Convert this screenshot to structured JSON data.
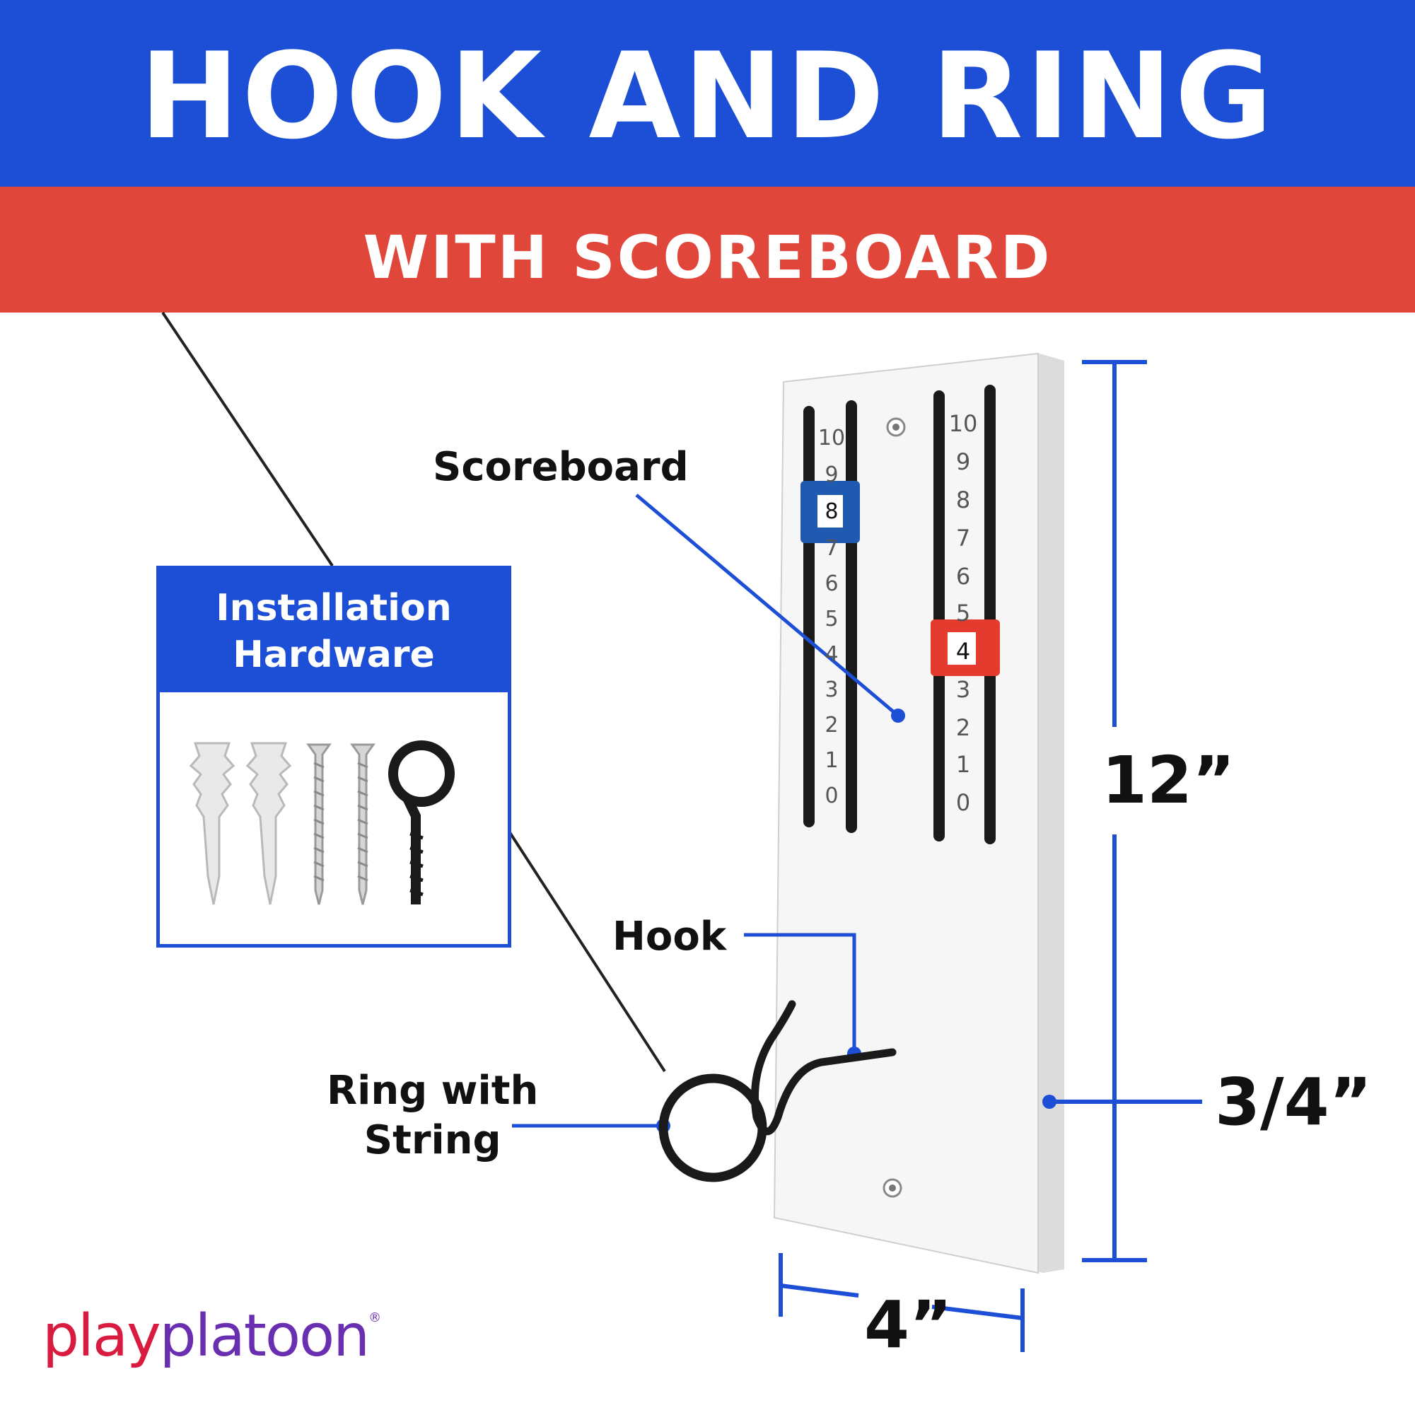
{
  "header": {
    "title": "HOOK AND RING",
    "subtitle": "WITH SCOREBOARD",
    "title_color": "#1c4fd6",
    "subtitle_color": "#e0463a"
  },
  "callouts": {
    "scoreboard": "Scoreboard",
    "hook": "Hook",
    "ring_line1": "Ring with",
    "ring_line2": "String"
  },
  "dimensions": {
    "height": "12”",
    "depth": "3/4”",
    "width": "4”"
  },
  "hardware_box": {
    "title_line1": "Installation",
    "title_line2": "Hardware",
    "items": [
      "wall-anchor-icon",
      "wall-anchor-icon",
      "screw-icon",
      "screw-icon",
      "eye-hook-icon"
    ]
  },
  "scoreboard": {
    "left_scale": [
      "10",
      "9",
      "8",
      "7",
      "6",
      "5",
      "4",
      "3",
      "2",
      "1",
      "0"
    ],
    "right_scale": [
      "10",
      "9",
      "8",
      "7",
      "6",
      "5",
      "4",
      "3",
      "2",
      "1",
      "0"
    ],
    "left_marker_value": "8",
    "right_marker_value": "4",
    "left_marker_color": "#1f5ab0",
    "right_marker_color": "#e53a2e"
  },
  "brand": {
    "part1": "play",
    "part2": "platoon",
    "mark": "®"
  }
}
